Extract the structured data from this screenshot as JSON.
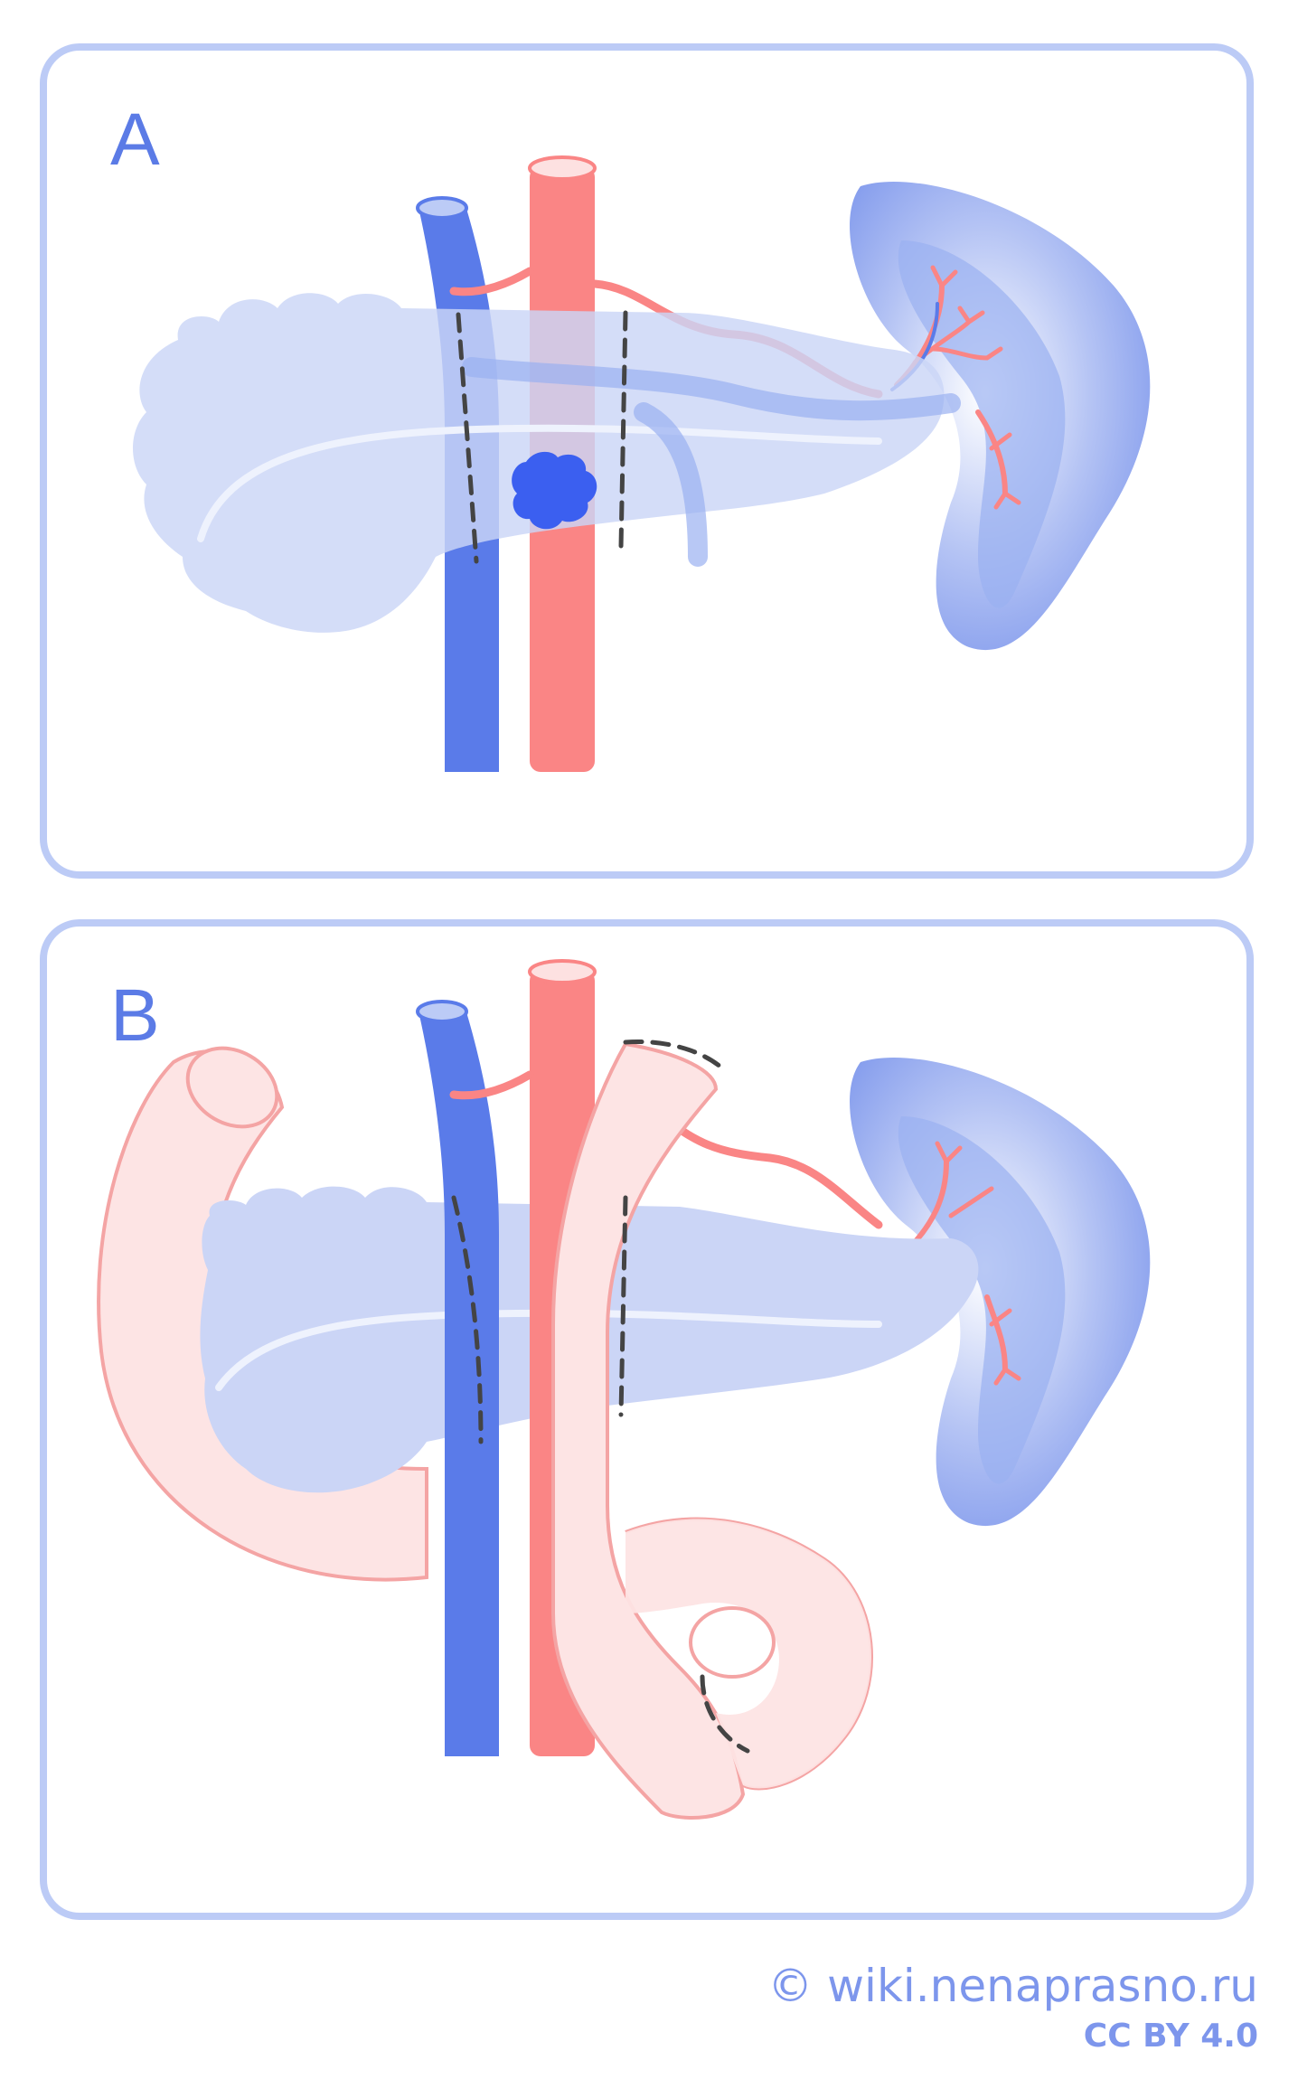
{
  "panels": [
    {
      "letter": "A"
    },
    {
      "letter": "B"
    }
  ],
  "credit": {
    "site": "© wiki.nenaprasno.ru",
    "license": "CC BY 4.0"
  },
  "colors": {
    "frame": "#bccbf6",
    "label": "#5b7be6",
    "vein": "#5a7be9",
    "artery": "#fa8585",
    "pancreas": "#cbd5f6",
    "spleen": "#7f98ec",
    "intestine": "#fde4e4",
    "intestine_outline": "#f4a4a4",
    "tumor": "#3b5ff0",
    "cut_line": "#444444"
  },
  "icons": {
    "copyright": "copyright-icon"
  }
}
